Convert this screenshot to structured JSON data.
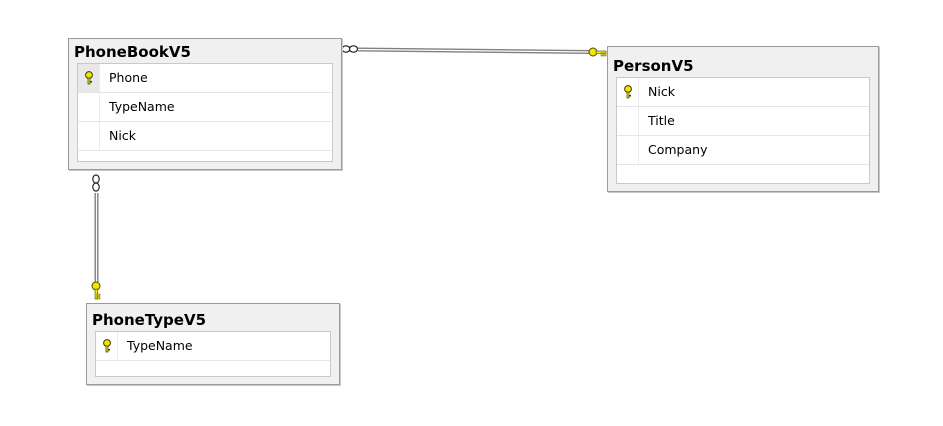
{
  "tables": {
    "phonebook": {
      "title": "PhoneBookV5",
      "columns": [
        {
          "name": "Phone",
          "is_key": true
        },
        {
          "name": "TypeName",
          "is_key": false
        },
        {
          "name": "Nick",
          "is_key": false
        }
      ]
    },
    "person": {
      "title": "PersonV5",
      "columns": [
        {
          "name": "Nick",
          "is_key": true
        },
        {
          "name": "Title",
          "is_key": false
        },
        {
          "name": "Company",
          "is_key": false
        }
      ]
    },
    "phonetype": {
      "title": "PhoneTypeV5",
      "columns": [
        {
          "name": "TypeName",
          "is_key": true
        }
      ]
    }
  },
  "relationships": [
    {
      "from": "PhoneBookV5",
      "to": "PersonV5",
      "from_end": "many",
      "to_end": "one"
    },
    {
      "from": "PhoneBookV5",
      "to": "PhoneTypeV5",
      "from_end": "many",
      "to_end": "one"
    }
  ],
  "colors": {
    "key_icon": "#f2e600",
    "link_line": "#808080",
    "table_border": "#9b9b9b",
    "title_bar": "#f0f0f0"
  }
}
